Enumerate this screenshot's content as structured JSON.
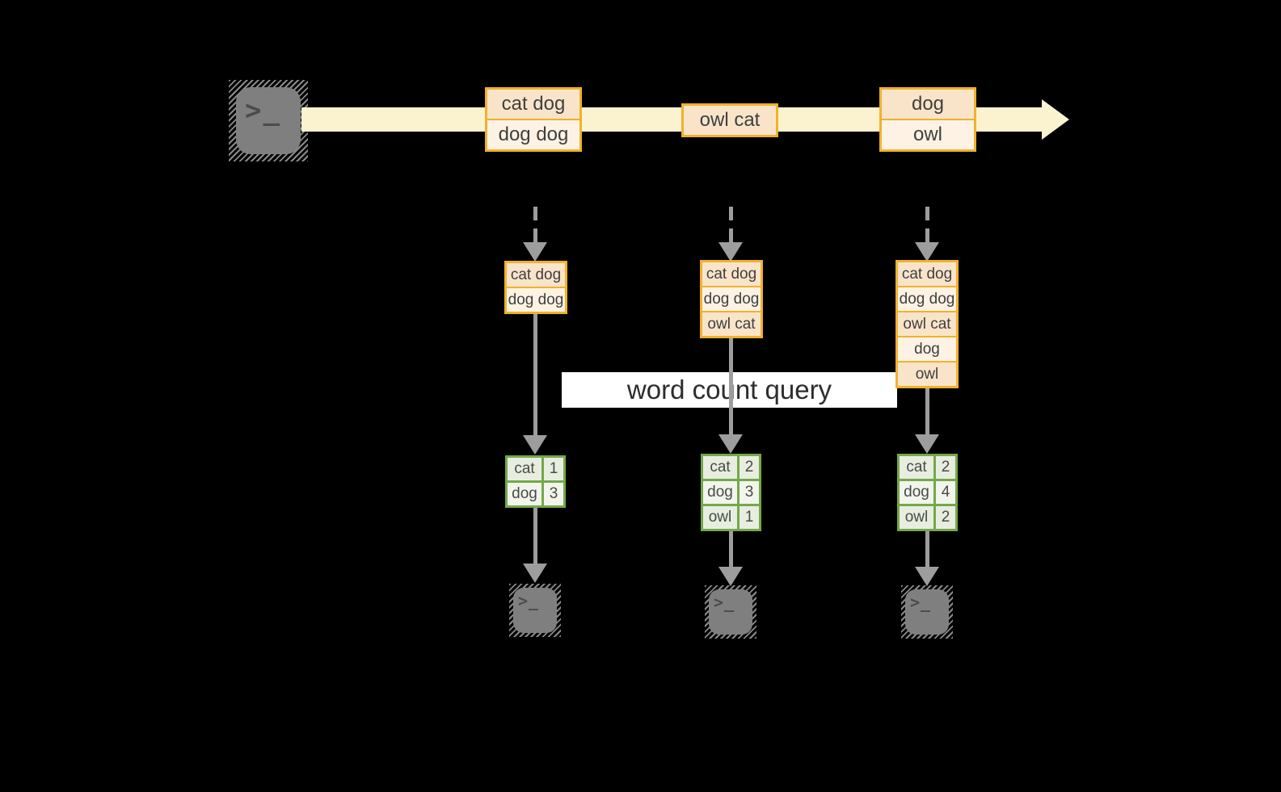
{
  "query_label": "word count query",
  "icons": {
    "terminal_glyph": ">_"
  },
  "stream": {
    "events": [
      [
        "cat dog",
        "dog dog"
      ],
      [
        "owl cat"
      ],
      [
        "dog",
        "owl"
      ]
    ]
  },
  "columns": [
    {
      "buffer": [
        "cat dog",
        "dog dog"
      ],
      "counts": [
        [
          "cat",
          "1"
        ],
        [
          "dog",
          "3"
        ]
      ]
    },
    {
      "buffer": [
        "cat dog",
        "dog dog",
        "owl cat"
      ],
      "counts": [
        [
          "cat",
          "2"
        ],
        [
          "dog",
          "3"
        ],
        [
          "owl",
          "1"
        ]
      ]
    },
    {
      "buffer": [
        "cat dog",
        "dog dog",
        "owl cat",
        "dog",
        "owl"
      ],
      "counts": [
        [
          "cat",
          "2"
        ],
        [
          "dog",
          "4"
        ],
        [
          "owl",
          "2"
        ]
      ]
    }
  ],
  "colors": {
    "stream_band": "#fbf2d0",
    "box_border": "#f0b22c",
    "box_fill_dark": "#f9e4ca",
    "box_fill_light": "#fdf2e4",
    "table_border": "#74a849",
    "table_fill_dark": "#e7eee0",
    "table_fill_light": "#f1f5ec",
    "arrow_gray": "#9d9d9d",
    "terminal_gray": "#7f7f7f"
  }
}
